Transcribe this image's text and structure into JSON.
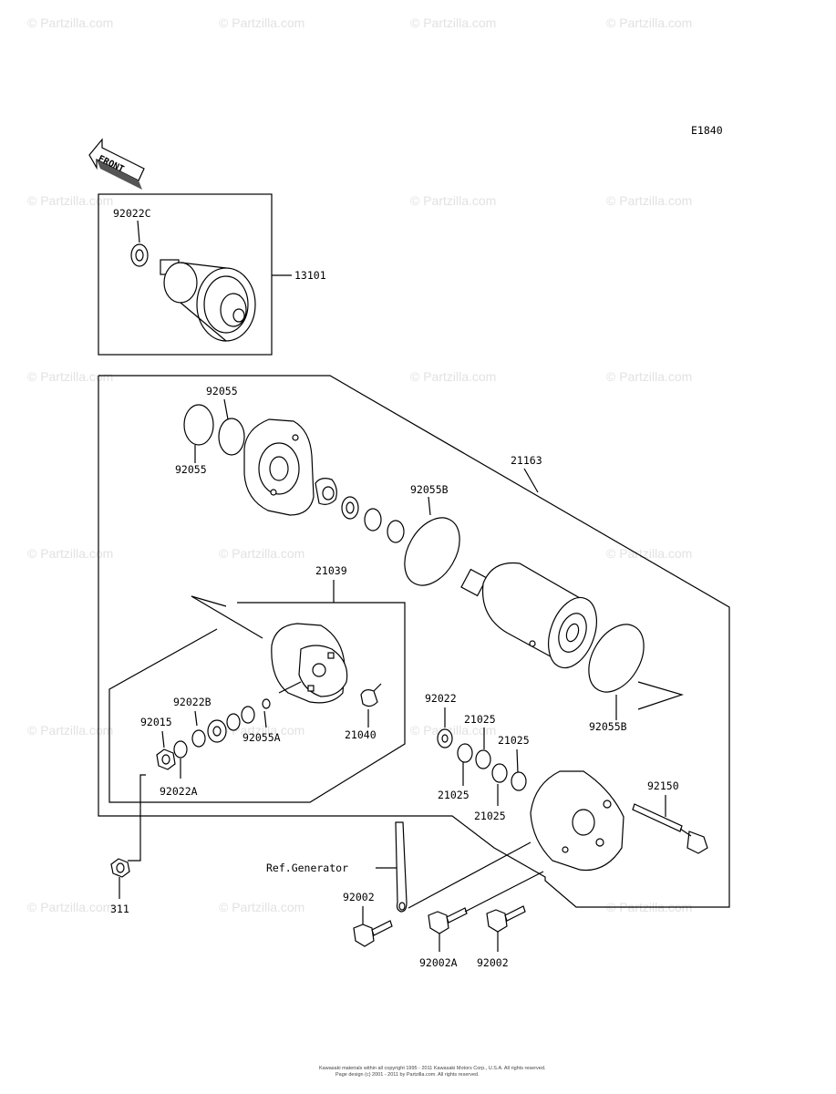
{
  "diagram_code": "E1840",
  "front_arrow": "FRONT",
  "watermark": "© Partzilla.com",
  "parts": {
    "p92022c": "92022C",
    "p13101": "13101",
    "p92055_top": "92055",
    "p92055_left": "92055",
    "p21163": "21163",
    "p92055b_top": "92055B",
    "p21039": "21039",
    "p92022b": "92022B",
    "p92015": "92015",
    "p92055a": "92055A",
    "p21040": "21040",
    "p92022a": "92022A",
    "p92022": "92022",
    "p21025_a": "21025",
    "p21025_b": "21025",
    "p21025_c": "21025",
    "p21025_d": "21025",
    "p92055b_right": "92055B",
    "p92150": "92150",
    "p_ref_gen": "Ref.Generator",
    "p92002_left": "92002",
    "p92002a": "92002A",
    "p92002_right": "92002",
    "p311": "311"
  },
  "footer": {
    "line1": "Kawasaki materials within all copyright 1995 - 2011 Kawasaki Motors Corp., U.S.A. All rights reserved.",
    "line2": "Page design (c) 2001 - 2011 by Partzilla.com. All rights reserved."
  }
}
